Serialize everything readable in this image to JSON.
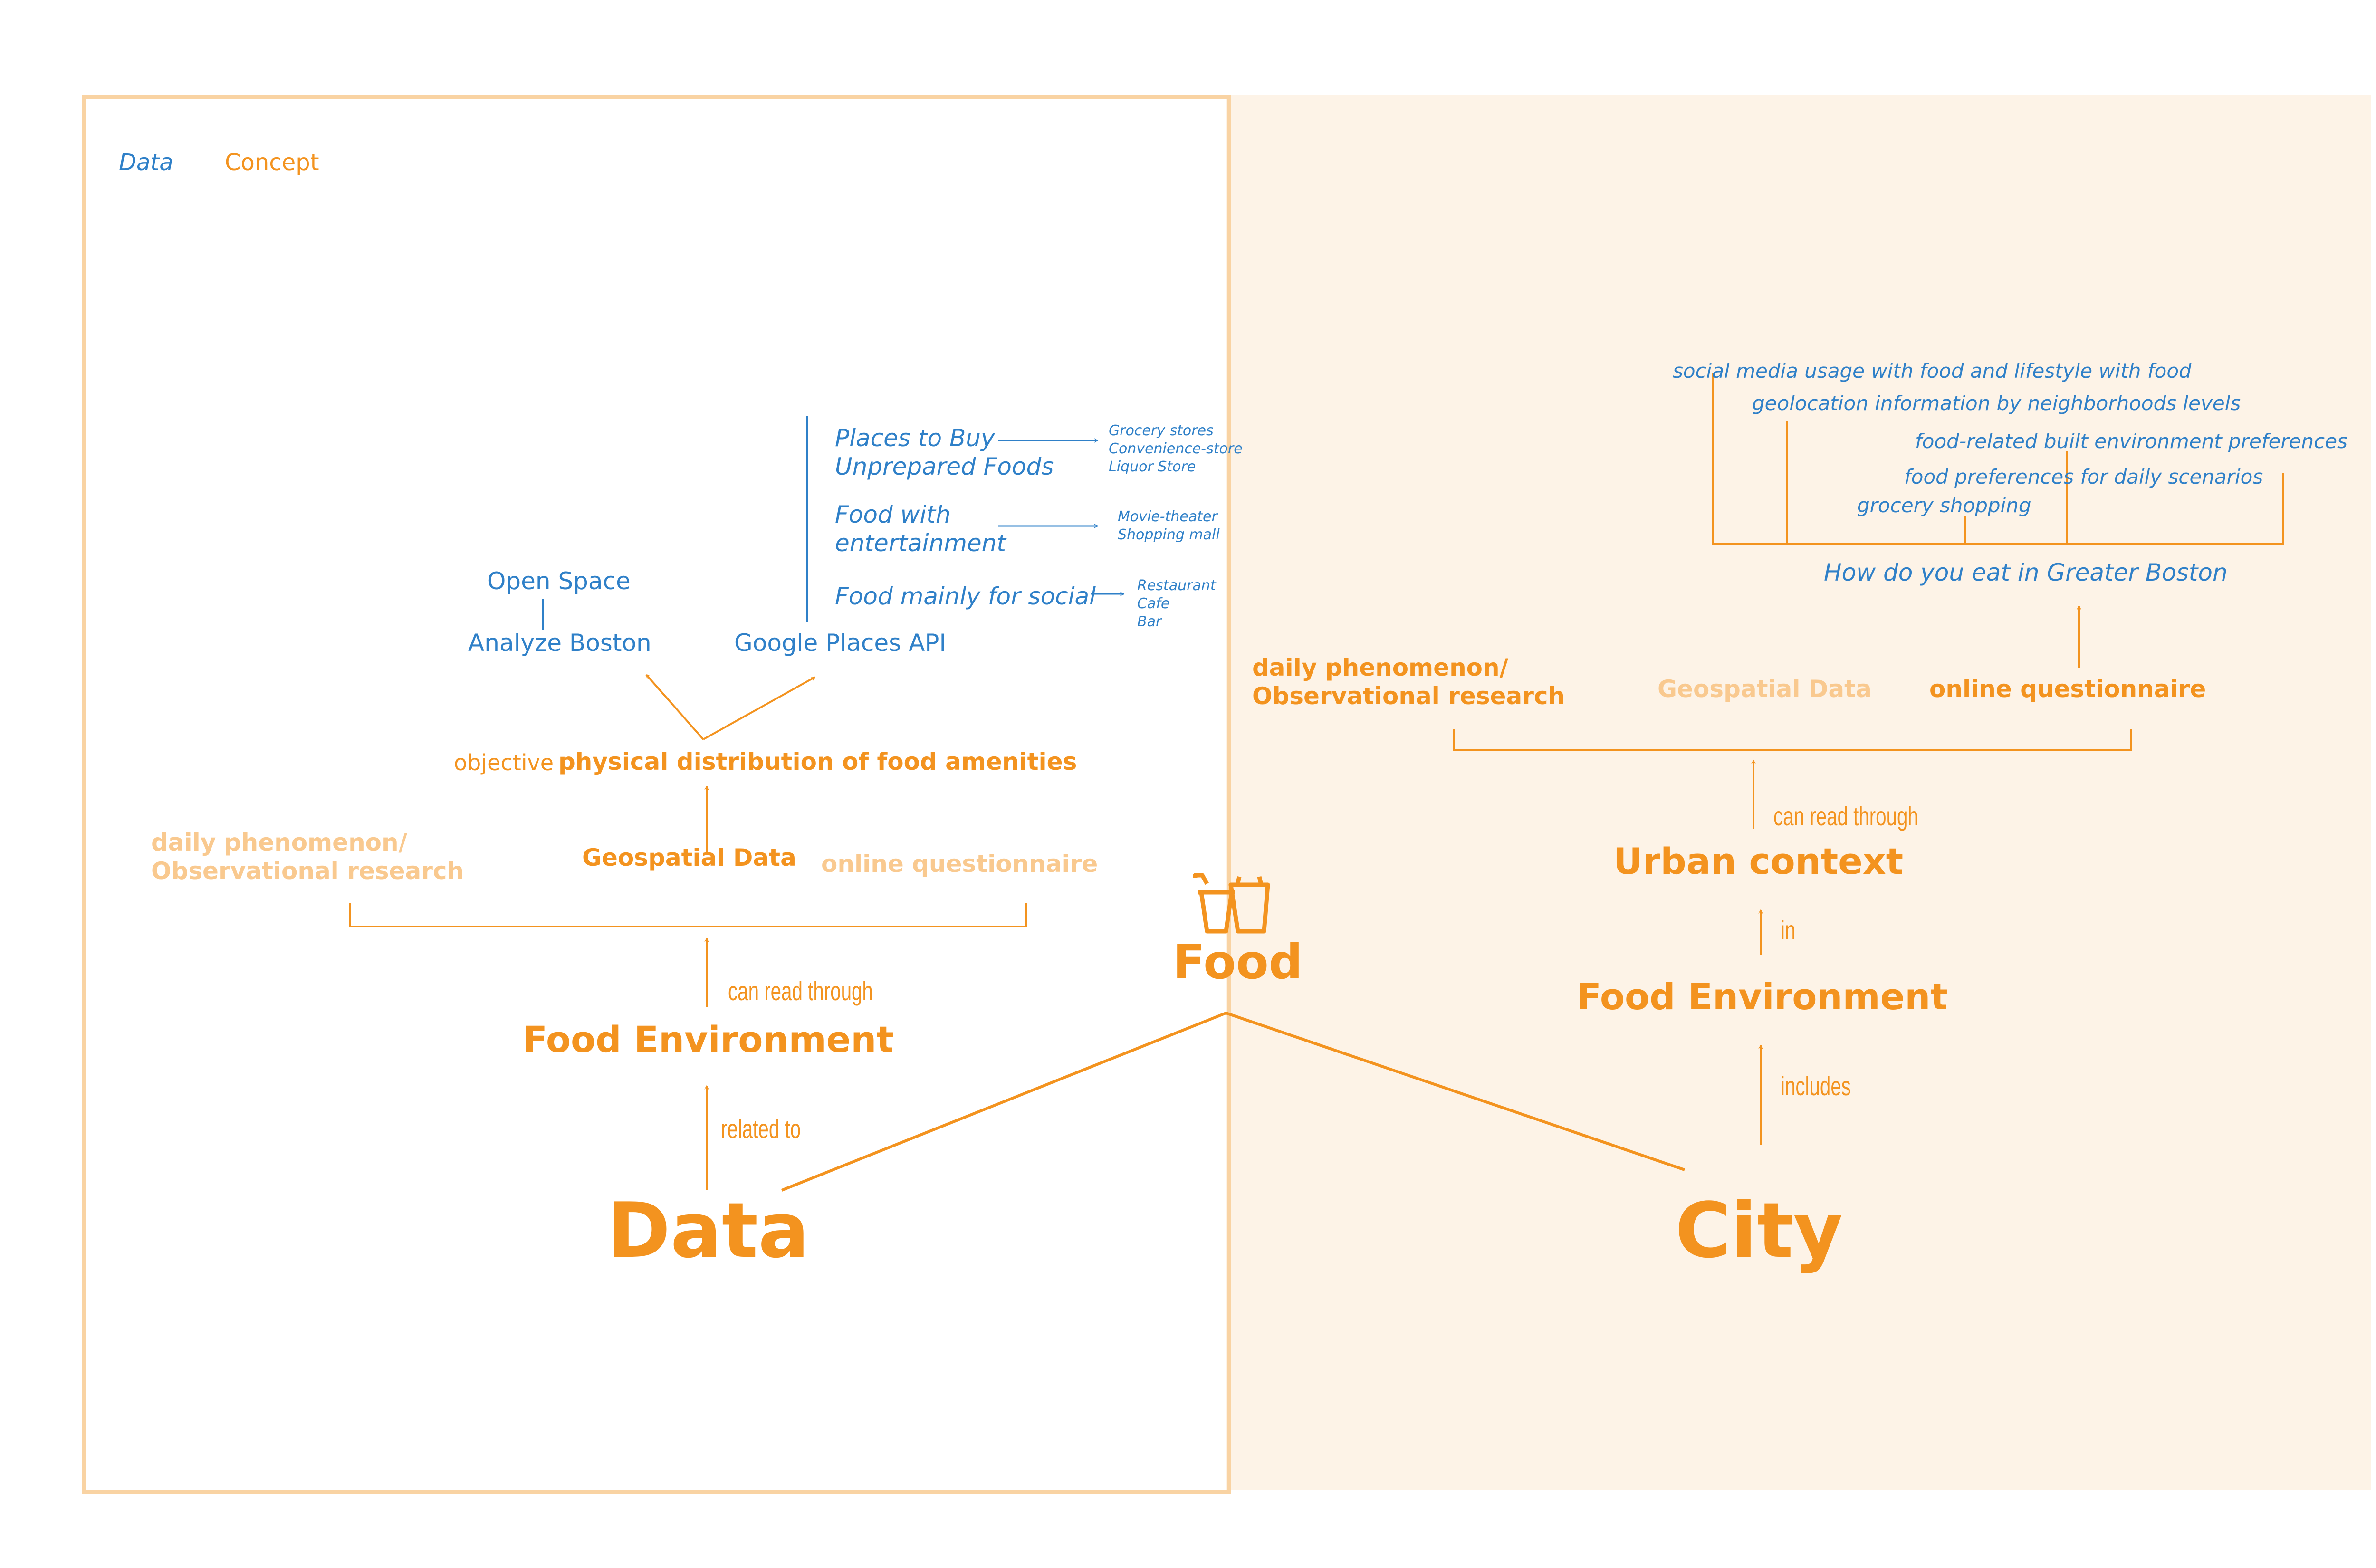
{
  "legend": {
    "data_label": "Data",
    "concept_label": "Concept"
  },
  "left": {
    "open_space": "Open Space",
    "analyze_boston": "Analyze Boston",
    "google_places": "Google Places API",
    "cat1": {
      "line1": "Places to Buy",
      "line2": "Unprepared Foods"
    },
    "cat1_items": [
      "Grocery stores",
      "Convenience-store",
      "Liquor Store"
    ],
    "cat2": {
      "line1": "Food with",
      "line2": "entertainment"
    },
    "cat2_items": [
      "Movie-theater",
      "Shopping mall"
    ],
    "cat3": "Food mainly for social",
    "cat3_items": [
      "Restaurant",
      "Cafe",
      "Bar"
    ],
    "objective_prefix": "objective",
    "objective_bold": "physical distribution of food amenities",
    "daily_1": "daily phenomenon/",
    "daily_2": "Observational research",
    "geospatial": "Geospatial Data",
    "online": "online questionnaire",
    "can_read": "can read through",
    "food_env": "Food Environment",
    "related": "related to",
    "data_big": "Data"
  },
  "center": {
    "food": "Food",
    "icon": "food-drinks-icon"
  },
  "right": {
    "q_items": [
      "social media usage with food and lifestyle with food",
      "geolocation information by neighborhoods levels",
      "food-related built environment preferences",
      "food preferences for daily scenarios",
      "grocery shopping"
    ],
    "how": "How do you eat in Greater Boston",
    "daily_1": "daily phenomenon/",
    "daily_2": "Observational research",
    "geospatial": "Geospatial Data",
    "online": "online questionnaire",
    "can_read": "can read through",
    "urban": "Urban context",
    "in_label": "in",
    "food_env": "Food Environment",
    "includes": "includes",
    "city_big": "City"
  },
  "colors": {
    "blue": "#2f80c8",
    "orange": "#f3931f",
    "pale_orange": "#f9c98f",
    "panel_bg": "#fdf3e7",
    "panel_border": "#f9d3a3"
  }
}
